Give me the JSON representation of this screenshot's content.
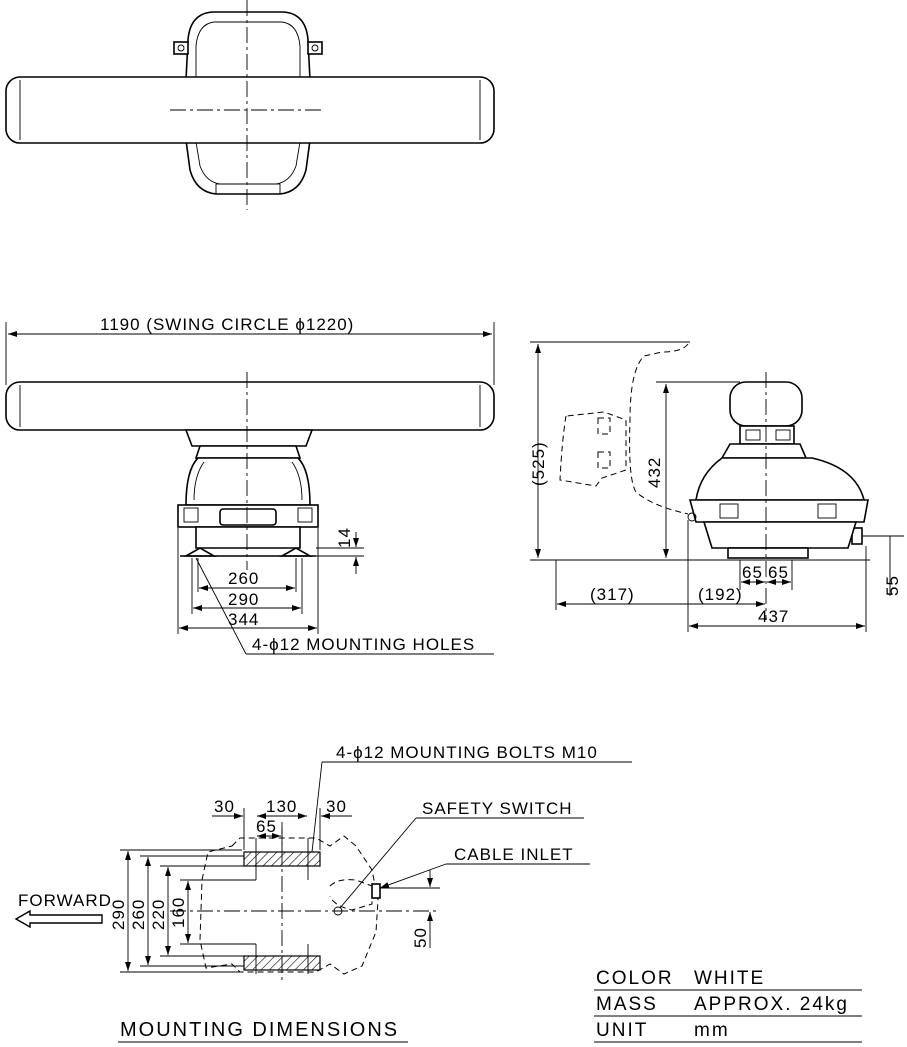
{
  "dimensions": {
    "width_label": "1190 (SWING CIRCLE ϕ1220)",
    "d14": "14",
    "d260": "260",
    "d290": "290",
    "d344": "344",
    "mounting_holes": "4-ϕ12 MOUNTING HOLES",
    "d525": "(525)",
    "d432": "432",
    "d65a": "65",
    "d65b": "65",
    "d55": "55",
    "d317": "(317)",
    "d192": "(192)",
    "d437": "437"
  },
  "mounting": {
    "bolts_label": "4-ϕ12 MOUNTING BOLTS M10",
    "d30a": "30",
    "d130": "130",
    "d30b": "30",
    "d65": "65",
    "safety_switch": "SAFETY SWITCH",
    "cable_inlet": "CABLE INLET",
    "forward": "FORWARD",
    "d290": "290",
    "d260": "260",
    "d220": "220",
    "d160": "160",
    "d50": "50",
    "title": "MOUNTING DIMENSIONS"
  },
  "specs": {
    "color_key": "COLOR",
    "color_val": "WHITE",
    "mass_key": "MASS",
    "mass_val": "APPROX. 24kg",
    "unit_key": "UNIT",
    "unit_val": "mm"
  }
}
